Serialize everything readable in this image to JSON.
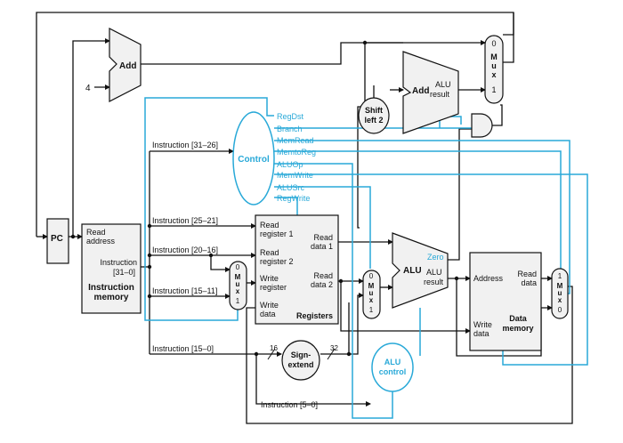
{
  "colors": {
    "control": "#29a9d8",
    "wire": "#111111",
    "box_fill": "#f1f1f1"
  },
  "pc": {
    "label": "PC"
  },
  "adder_pc": {
    "label": "Add",
    "const": "4"
  },
  "adder_branch": {
    "label": "Add",
    "result_top": "ALU",
    "result_bottom": "result"
  },
  "shift": {
    "line1": "Shift",
    "line2": "left 2"
  },
  "mux_top": {
    "in0": "0",
    "mid": [
      "M",
      "u",
      "x"
    ],
    "in1": "1"
  },
  "mux_reg": {
    "in0": "0",
    "mid": [
      "M",
      "u",
      "x"
    ],
    "in1": "1"
  },
  "mux_alu": {
    "in0": "0",
    "mid": [
      "M",
      "u",
      "x"
    ],
    "in1": "1"
  },
  "mux_mem": {
    "in0": "1",
    "mid": [
      "M",
      "u",
      "x"
    ],
    "in1": "0"
  },
  "control": {
    "label": "Control",
    "signals": [
      "RegDst",
      "Branch",
      "MemRead",
      "MemtoReg",
      "ALUOp",
      "MemWrite",
      "ALUSrc",
      "RegWrite"
    ]
  },
  "instruction_memory": {
    "read_line1": "Read",
    "read_line2": "address",
    "instr_line1": "Instruction",
    "instr_line2": "[31–0]",
    "title_line1": "Instruction",
    "title_line2": "memory"
  },
  "fields": {
    "i31_26": "Instruction [31–26]",
    "i25_21": "Instruction [25–21]",
    "i20_16": "Instruction [20–16]",
    "i15_11": "Instruction [15–11]",
    "i15_0": "Instruction [15–0]",
    "i5_0": "Instruction [5–0]"
  },
  "registers": {
    "rr1_line1": "Read",
    "rr1_line2": "register 1",
    "rr2_line1": "Read",
    "rr2_line2": "register 2",
    "wr_line1": "Write",
    "wr_line2": "register",
    "wd_line1": "Write",
    "wd_line2": "data",
    "rd1_line1": "Read",
    "rd1_line2": "data 1",
    "rd2_line1": "Read",
    "rd2_line2": "data 2",
    "title": "Registers"
  },
  "sign_extend": {
    "line1": "Sign-",
    "line2": "extend",
    "in_width": "16",
    "out_width": "32"
  },
  "alu": {
    "label": "ALU",
    "zero": "Zero",
    "result_top": "ALU",
    "result_bottom": "result"
  },
  "alu_control": {
    "line1": "ALU",
    "line2": "control"
  },
  "data_memory": {
    "address": "Address",
    "read_line1": "Read",
    "read_line2": "data",
    "write_line1": "Write",
    "write_line2": "data",
    "title_line1": "Data",
    "title_line2": "memory"
  }
}
